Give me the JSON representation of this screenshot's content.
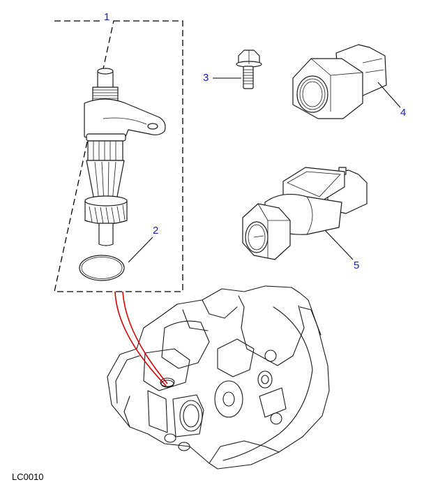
{
  "diagram": {
    "reference_code": "LC0010",
    "callout_color": "#1a1acc",
    "highlight_color": "#d40000",
    "callouts": [
      {
        "number": "1",
        "part": "speedometer-drive-pinion-assembly"
      },
      {
        "number": "2",
        "part": "o-ring"
      },
      {
        "number": "3",
        "part": "flange-bolt"
      },
      {
        "number": "4",
        "part": "adaptor-hex-connector"
      },
      {
        "number": "5",
        "part": "speed-sensor"
      }
    ],
    "group_box": {
      "style": "dashed",
      "contains_callouts": [
        "1",
        "2"
      ]
    },
    "context_part": "gearbox-casing"
  }
}
